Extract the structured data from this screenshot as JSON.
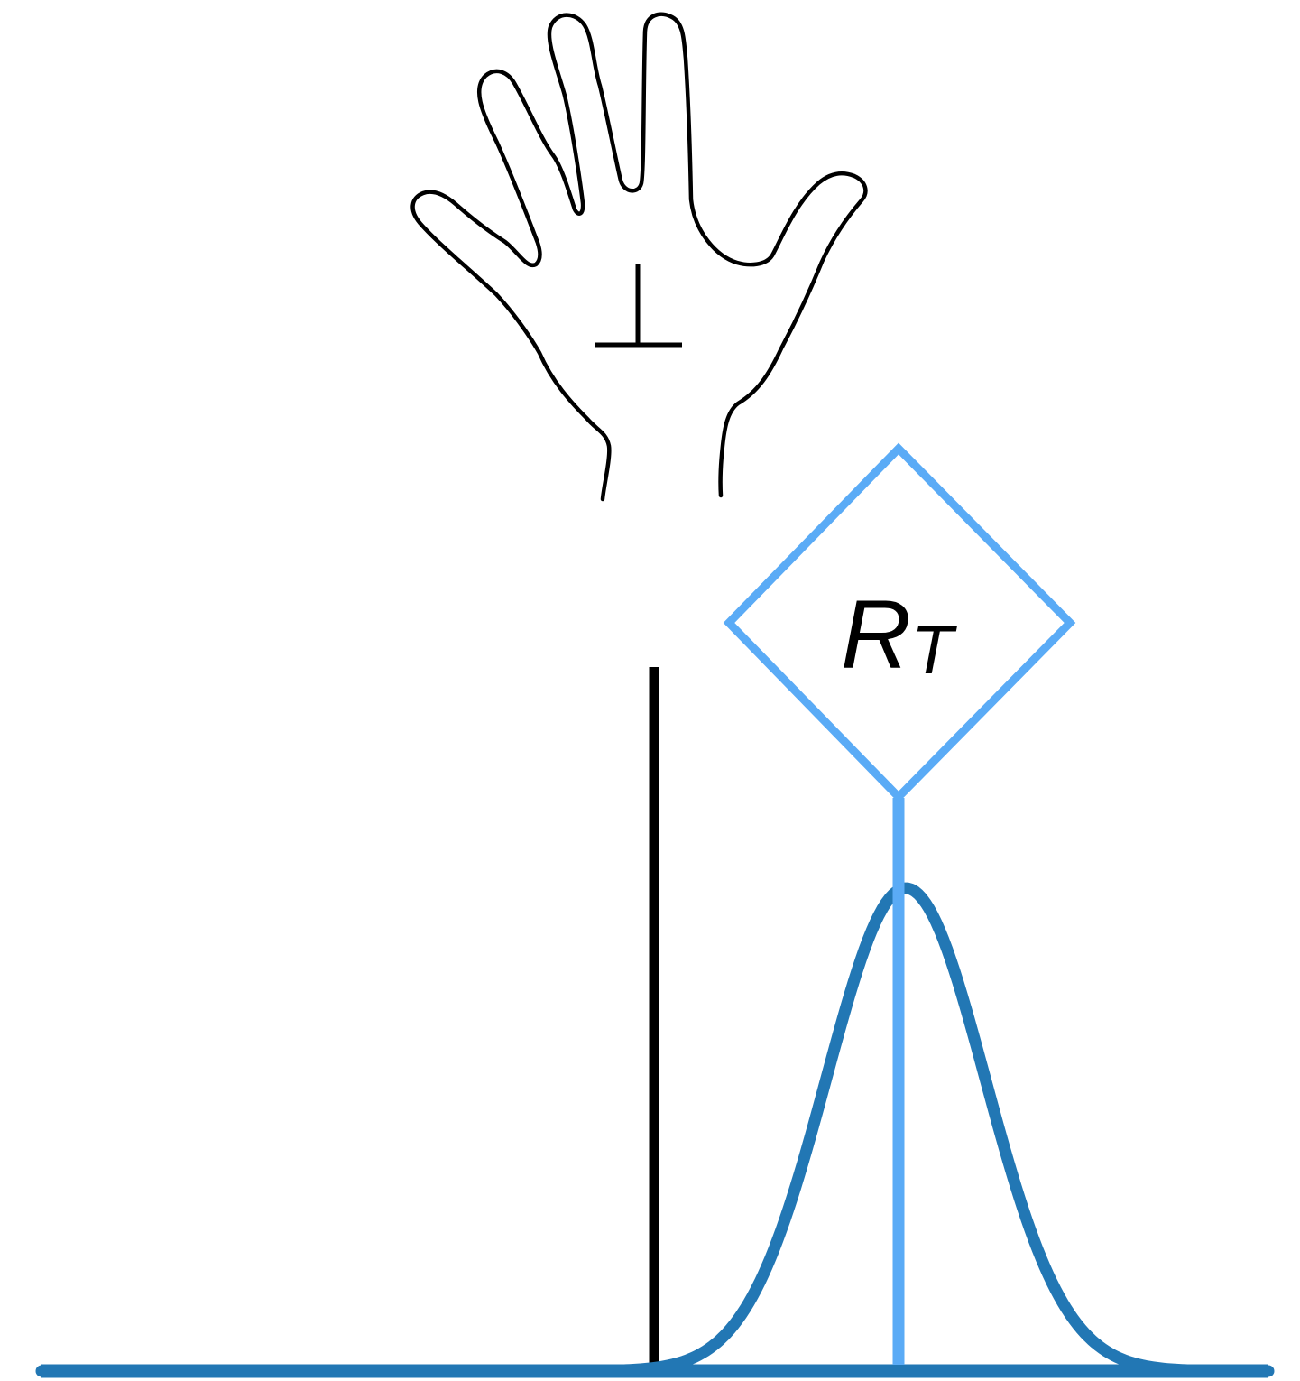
{
  "hand": {
    "symbol": "⊥",
    "icon": "hand-icon",
    "stroke_color": "#000000"
  },
  "sign": {
    "label_main": "R",
    "label_sub": "T",
    "color": "#5aabf6"
  },
  "curve": {
    "color": "#2277b4",
    "shape": "gaussian-bell"
  },
  "threshold_line": {
    "color": "#000000"
  },
  "baseline": {
    "color": "#2277b4"
  }
}
